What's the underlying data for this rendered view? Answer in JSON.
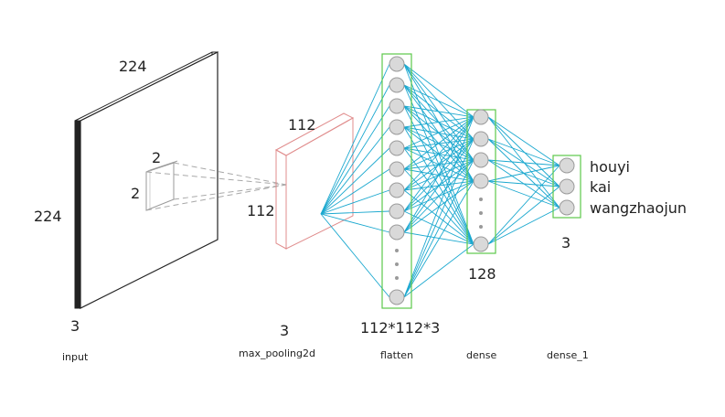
{
  "input": {
    "width_label": "224",
    "height_label": "224",
    "channels_label": "3",
    "kernel_w_label": "2",
    "kernel_h_label": "2",
    "name": "input"
  },
  "pool": {
    "width_label": "112",
    "height_label": "112",
    "channels_label": "3",
    "name": "max_pooling2d"
  },
  "flatten": {
    "size_label": "112*112*3",
    "name": "flatten"
  },
  "dense": {
    "size_label": "128",
    "name": "dense"
  },
  "dense_1": {
    "size_label": "3",
    "name": "dense_1",
    "outputs": [
      "houyi",
      "kai",
      "wangzhaojun"
    ]
  },
  "colors": {
    "edge": "#1ba8cf",
    "layer_box": "#5cc94a",
    "pool_box": "#e08c8c",
    "neuron_fill": "#d9d9d9",
    "neuron_stroke": "#9a9a9a",
    "input_plane": "#222222",
    "dashed": "#a8a8a8"
  }
}
